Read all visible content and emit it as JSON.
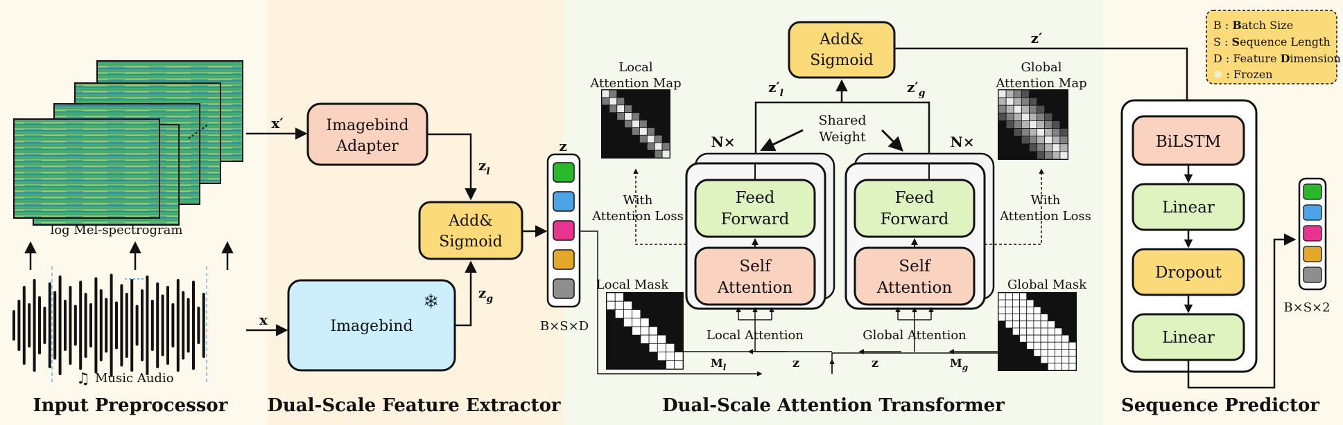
{
  "sections": {
    "input": "Input Preprocessor",
    "extractor": "Dual-Scale Feature Extractor",
    "transformer": "Dual-Scale Attention Transformer",
    "predictor": "Sequence Predictor"
  },
  "input": {
    "spectrogram_label": "log Mel-spectrogram",
    "audio_label": "Music Audio",
    "x_prime": "x′",
    "x": "x"
  },
  "extractor": {
    "adapter_line1": "Imagebind",
    "adapter_line2": "Adapter",
    "imagebind": "Imagebind",
    "add_line1": "Add&",
    "add_line2": "Sigmoid",
    "z_l": "z",
    "z_l_sub": "l",
    "z_g": "z",
    "z_g_sub": "g",
    "z": "z",
    "shape": "B×S×D"
  },
  "transformer": {
    "add_line1": "Add&",
    "add_line2": "Sigmoid",
    "z_prime": "z′",
    "z_l_prime": "z′",
    "z_l_prime_sub": "l",
    "z_g_prime": "z′",
    "z_g_prime_sub": "g",
    "shared_line1": "Shared",
    "shared_line2": "Weight",
    "n_left": "N×",
    "n_right": "N×",
    "ff_line1": "Feed",
    "ff_line2": "Forward",
    "sa_line1": "Self",
    "sa_line2": "Attention",
    "local_map_line1": "Local",
    "local_map_line2": "Attention Map",
    "global_map_line1": "Global",
    "global_map_line2": "Attention Map",
    "with_line1": "With",
    "with_line2": "Attention Loss",
    "local_mask": "Local Mask",
    "global_mask": "Global Mask",
    "local_attention": "Local Attention",
    "global_attention": "Global Attention",
    "m_l": "M",
    "m_l_sub": "l",
    "m_g": "M",
    "m_g_sub": "g",
    "z_bottom": "z"
  },
  "predictor": {
    "bilstm": "BiLSTM",
    "linear1": "Linear",
    "dropout": "Dropout",
    "linear2": "Linear",
    "shape": "B×S×2"
  },
  "legend": [
    {
      "key": "B",
      "sep": " : ",
      "bold": "B",
      "rest": "atch Size"
    },
    {
      "key": "S",
      "sep": " : ",
      "bold": "S",
      "rest": "equence Length"
    },
    {
      "key": "D",
      "sep": " : ",
      "bold": "",
      "rest": "Feature ",
      "bold2": "D",
      "rest2": "imension"
    },
    {
      "key": "❄",
      "sep": " : ",
      "bold": "",
      "rest": "Frozen"
    }
  ],
  "colors": {
    "salmon": "#f9d3c0",
    "yellow": "#fbdb79",
    "green": "#dff3c0",
    "blue": "#cdeefb",
    "token_green": "#2bb92b",
    "token_blue": "#4aa4e6",
    "token_pink": "#e8338f",
    "token_orange": "#e3a82a",
    "token_gray": "#8e8e8e"
  }
}
